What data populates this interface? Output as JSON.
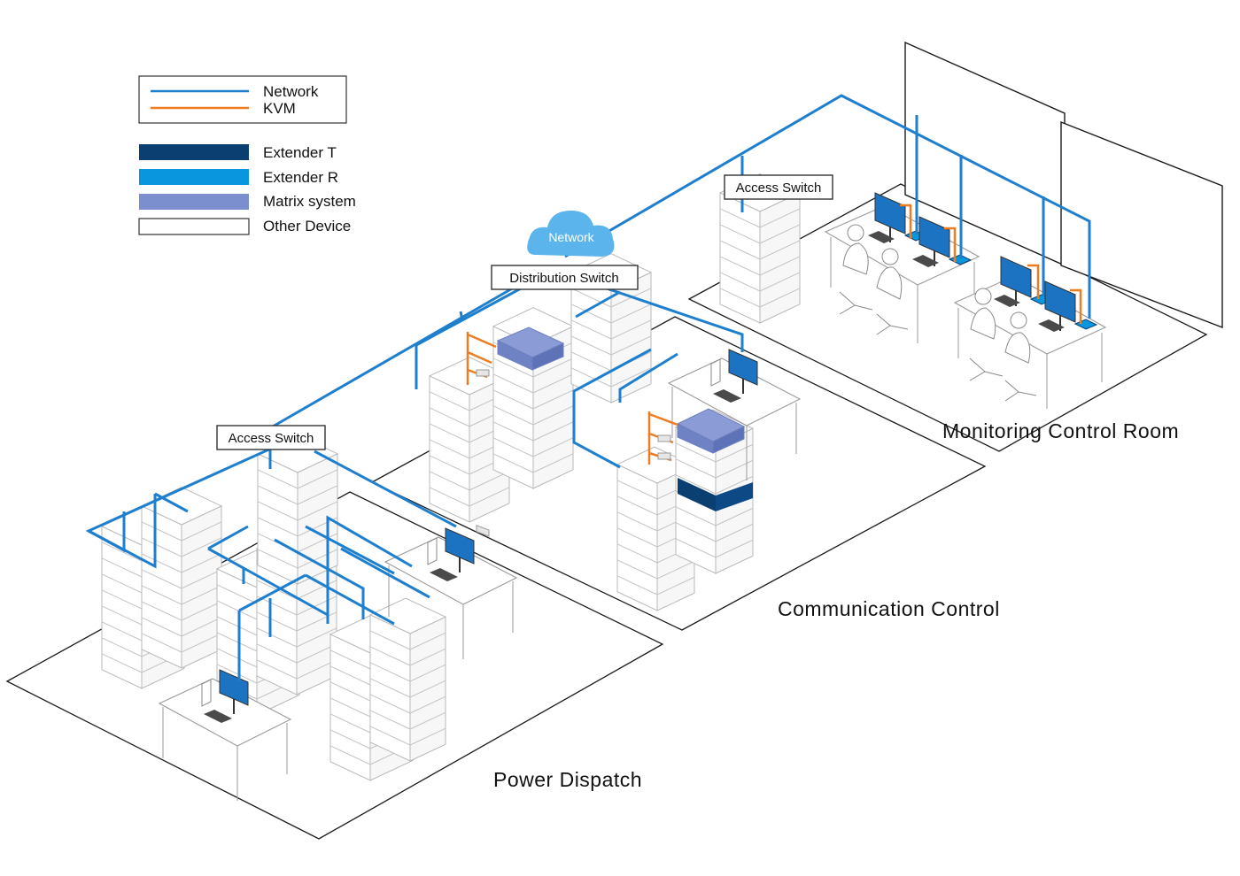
{
  "legend": {
    "lines": [
      {
        "label": "Network",
        "color": "#1f7fcf"
      },
      {
        "label": "KVM",
        "color": "#ee7d22"
      }
    ],
    "swatches": [
      {
        "label": "Extender T",
        "color": "#0b3f72"
      },
      {
        "label": "Extender R",
        "color": "#0a96de"
      },
      {
        "label": "Matrix system",
        "color": "#7b8fcf"
      },
      {
        "label": "Other Device",
        "color": "#ffffff"
      }
    ]
  },
  "cloud": {
    "label": "Network"
  },
  "switches": {
    "distribution": "Distribution Switch",
    "access_left": "Access Switch",
    "access_right": "Access Switch"
  },
  "zones": {
    "power": "Power Dispatch",
    "communication": "Communication Control",
    "monitoring": "Monitoring Control Room"
  }
}
